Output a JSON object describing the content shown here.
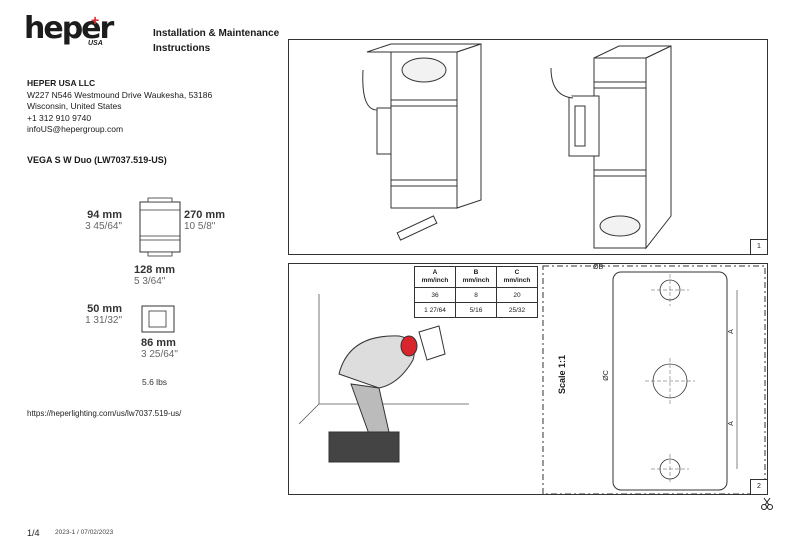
{
  "brand": {
    "name": "heper",
    "sub": "USA"
  },
  "doc_title": "Installation & Maintenance Instructions",
  "company": {
    "name": "HEPER USA LLC",
    "address1": "W227 N546 Westmound Drive Waukesha, 53186",
    "address2": "Wisconsin, United States",
    "phone": "+1 312 910 9740",
    "email": "infoUS@hepergroup.com"
  },
  "product": "VEGA S W Duo (LW7037.519-US)",
  "dimensions": {
    "height_mm": "94 mm",
    "height_in": "3 45/64\"",
    "length_mm": "270 mm",
    "length_in": "10 5/8\"",
    "width_mm": "128 mm",
    "width_in": "5 3/64\"",
    "depth_mm": "50 mm",
    "depth_in": "1 31/32\"",
    "depth2_mm": "86 mm",
    "depth2_in": "3 25/64\""
  },
  "weight": "5.6 lbs",
  "url": "https://heperlighting.com/us/lw7037.519-us/",
  "footer": {
    "page": "1/4",
    "revision": "2023-1 / 07/02/2023"
  },
  "panels": {
    "panel1_num": "1",
    "panel2_num": "2"
  },
  "spec_table": {
    "headers": [
      [
        "A",
        "mm/inch"
      ],
      [
        "B",
        "mm/inch"
      ],
      [
        "C",
        "mm/inch"
      ]
    ],
    "row_mm": [
      "36",
      "8",
      "20"
    ],
    "row_inch": [
      "1 27/64",
      "5/16",
      "25/32"
    ]
  },
  "template": {
    "scale_label": "Scale 1:1",
    "label_a": "A",
    "label_b": "ØB",
    "label_c": "ØC"
  },
  "icons": {
    "scissors": "scissors-icon"
  }
}
